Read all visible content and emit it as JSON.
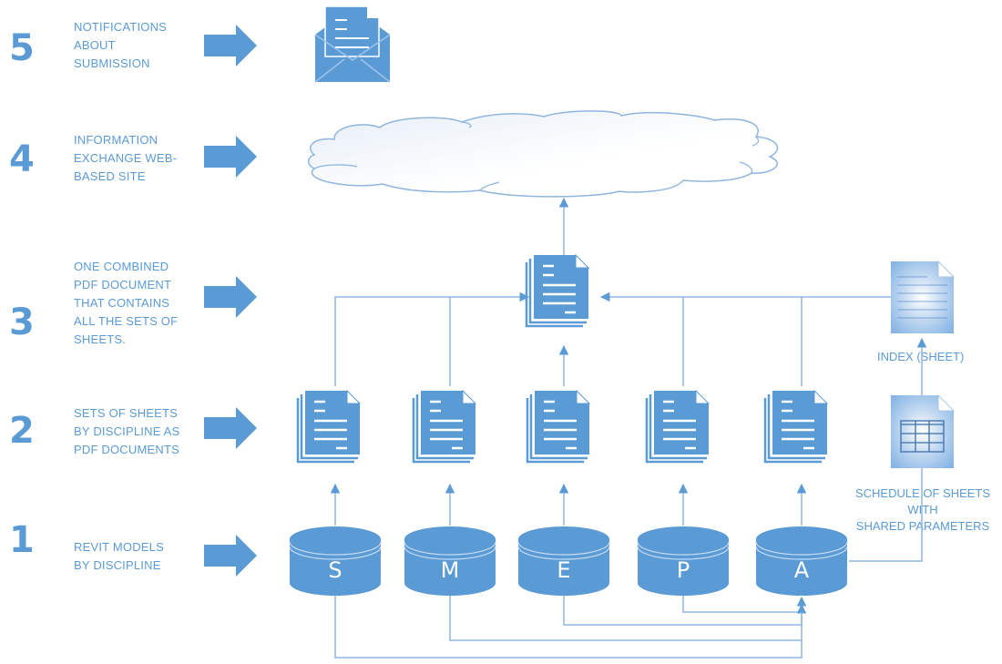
{
  "title": "Revit sheet submission workflow",
  "colors": {
    "primary": "#5b9bd5",
    "line": "#8fb6de",
    "text": "#5b9bd5",
    "white": "#ffffff"
  },
  "steps": [
    {
      "number": "5",
      "lines": [
        "NOTIFICATIONS",
        "ABOUT",
        "SUBMISSION"
      ]
    },
    {
      "number": "4",
      "lines": [
        "INFORMATION",
        "EXCHANGE WEB-",
        "BASED SITE"
      ]
    },
    {
      "number": "3",
      "lines": [
        "ONE COMBINED",
        "PDF DOCUMENT",
        "THAT CONTAINS",
        "ALL THE SETS OF",
        "SHEETS."
      ]
    },
    {
      "number": "2",
      "lines": [
        "SETS OF SHEETS",
        "BY DISCIPLINE AS",
        "PDF DOCUMENTS"
      ]
    },
    {
      "number": "1",
      "lines": [
        "REVIT MODELS",
        "BY DISCIPLINE"
      ]
    }
  ],
  "nodes": {
    "notification": {
      "icon": "open-envelope-icon"
    },
    "cloud": {
      "icon": "cloud-icon"
    },
    "combined_pdf": {
      "icon": "document-stack-icon"
    },
    "index_sheet": {
      "icon": "document-icon",
      "label": "INDEX (SHEET)"
    },
    "schedule": {
      "icon": "table-document-icon",
      "label_lines": [
        "SCHEDULE OF SHEETS",
        "WITH",
        "SHARED PARAMETERS"
      ]
    },
    "pdf_sets": [
      {
        "discipline": "S",
        "icon": "document-stack-icon"
      },
      {
        "discipline": "M",
        "icon": "document-stack-icon"
      },
      {
        "discipline": "E",
        "icon": "document-stack-icon"
      },
      {
        "discipline": "P",
        "icon": "document-stack-icon"
      },
      {
        "discipline": "A",
        "icon": "document-stack-icon"
      }
    ],
    "models": [
      {
        "label": "S"
      },
      {
        "label": "M"
      },
      {
        "label": "E"
      },
      {
        "label": "P"
      },
      {
        "label": "A"
      }
    ]
  },
  "connections": [
    {
      "from": "models.S",
      "to": "pdf_sets.S"
    },
    {
      "from": "models.M",
      "to": "pdf_sets.M"
    },
    {
      "from": "models.E",
      "to": "pdf_sets.E"
    },
    {
      "from": "models.P",
      "to": "pdf_sets.P"
    },
    {
      "from": "models.A",
      "to": "pdf_sets.A"
    },
    {
      "from": "pdf_sets.S",
      "to": "combined_pdf"
    },
    {
      "from": "pdf_sets.M",
      "to": "combined_pdf"
    },
    {
      "from": "pdf_sets.E",
      "to": "combined_pdf"
    },
    {
      "from": "pdf_sets.P",
      "to": "combined_pdf"
    },
    {
      "from": "pdf_sets.A",
      "to": "combined_pdf"
    },
    {
      "from": "index_sheet",
      "to": "combined_pdf"
    },
    {
      "from": "schedule",
      "to": "index_sheet"
    },
    {
      "from": "models.A",
      "to": "schedule"
    },
    {
      "from": "models.S",
      "to": "models.A"
    },
    {
      "from": "models.M",
      "to": "models.A"
    },
    {
      "from": "models.E",
      "to": "models.A"
    },
    {
      "from": "models.P",
      "to": "models.A"
    },
    {
      "from": "combined_pdf",
      "to": "cloud"
    }
  ]
}
